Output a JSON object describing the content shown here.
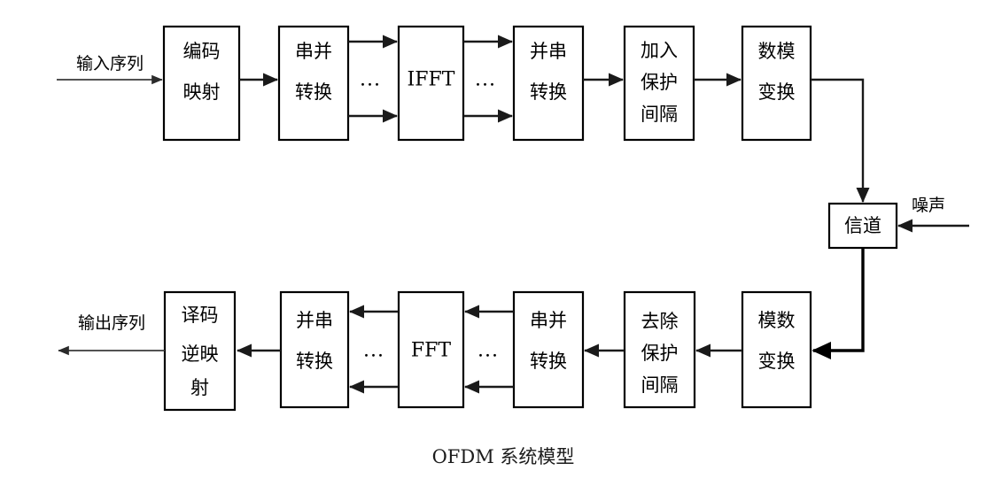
{
  "figure": {
    "caption": "OFDM 系统模型",
    "background_color": "#ffffff",
    "line_color": "#1a1a1a",
    "box_stroke_color": "#000000"
  },
  "labels": {
    "input": "输入序列",
    "output": "输出序列",
    "noise": "噪声",
    "ellipsis": "..."
  },
  "transmitter": {
    "blocks": [
      {
        "id": "encode-map",
        "text_lines": [
          "编码",
          "映射"
        ],
        "columns": 1,
        "chars": "编码映射"
      },
      {
        "id": "serial-to-parallel",
        "text_lines": [
          "串并",
          "转换"
        ],
        "columns": 1,
        "chars": "串并转换"
      },
      {
        "id": "ifft",
        "text_lines": [
          "IFFT"
        ],
        "columns": 1,
        "chars": "IFFT"
      },
      {
        "id": "parallel-to-serial",
        "text_lines": [
          "并串",
          "转换"
        ],
        "columns": 1,
        "chars": "并串转换"
      },
      {
        "id": "add-guard-interval",
        "text_lines": [
          "加入",
          "保护",
          "间隔"
        ],
        "columns": 2,
        "chars": "加入保护间隔"
      },
      {
        "id": "digital-to-analog",
        "text_lines": [
          "数模",
          "变换"
        ],
        "columns": 1,
        "chars": "数模变换"
      }
    ]
  },
  "channel": {
    "id": "channel",
    "text": "信道"
  },
  "receiver": {
    "blocks": [
      {
        "id": "analog-to-digital",
        "text_lines": [
          "模数",
          "变换"
        ],
        "columns": 1,
        "chars": "模数变换"
      },
      {
        "id": "remove-guard-interval",
        "text_lines": [
          "去除",
          "保护",
          "间隔"
        ],
        "columns": 2,
        "chars": "去除保护间隔"
      },
      {
        "id": "serial-to-parallel-rx",
        "text_lines": [
          "串并",
          "转换"
        ],
        "columns": 1,
        "chars": "串并转换"
      },
      {
        "id": "fft",
        "text_lines": [
          "FFT"
        ],
        "columns": 1,
        "chars": "FFT"
      },
      {
        "id": "parallel-to-serial-rx",
        "text_lines": [
          "并串",
          "转换"
        ],
        "columns": 1,
        "chars": "并串转换"
      },
      {
        "id": "decode-demap",
        "text_lines": [
          "译码",
          "逆映",
          "射"
        ],
        "columns": 1,
        "chars": "译码逆映射"
      }
    ]
  }
}
